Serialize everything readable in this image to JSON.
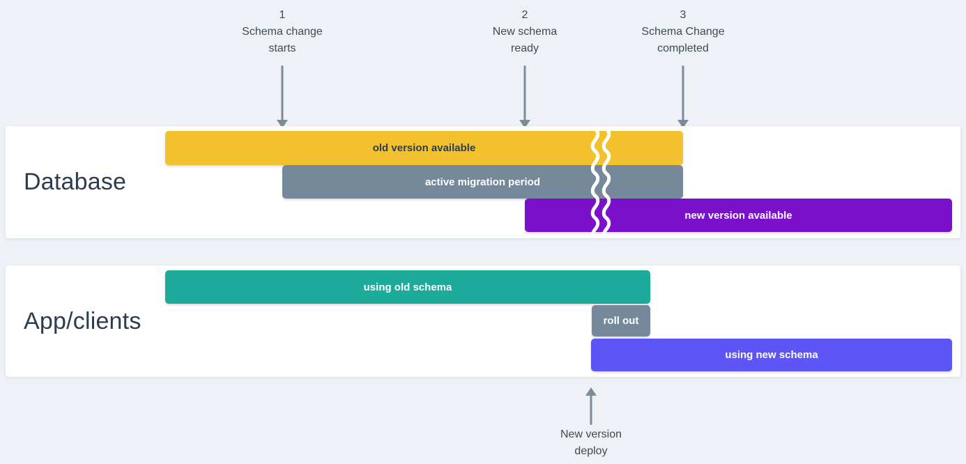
{
  "colors": {
    "background": "#eef1f5",
    "card": "#ffffff",
    "yellow": "#f2c12d",
    "slate": "#76899b",
    "purple": "#7a10ca",
    "teal": "#1cab9b",
    "indigo": "#5d55f5",
    "arrow": "#7d8b99",
    "dark_text": "#2e3d4d",
    "white_text": "#ffffff"
  },
  "milestones": [
    {
      "number": "1",
      "label_line1": "Schema change",
      "label_line2": "starts"
    },
    {
      "number": "2",
      "label_line1": "New schema",
      "label_line2": "ready"
    },
    {
      "number": "3",
      "label_line1": "Schema Change",
      "label_line2": "completed"
    }
  ],
  "lanes": [
    {
      "title": "Database",
      "bars": [
        {
          "label": "old version available",
          "color_key": "yellow"
        },
        {
          "label": "active migration period",
          "color_key": "slate"
        },
        {
          "label": "new version available",
          "color_key": "purple"
        }
      ]
    },
    {
      "title": "App/clients",
      "bars": [
        {
          "label": "using old schema",
          "color_key": "teal"
        },
        {
          "label": "roll out",
          "color_key": "slate"
        },
        {
          "label": "using new schema",
          "color_key": "indigo"
        }
      ]
    }
  ],
  "deploy_annotation": {
    "label_line1": "New version",
    "label_line2": "deploy"
  }
}
